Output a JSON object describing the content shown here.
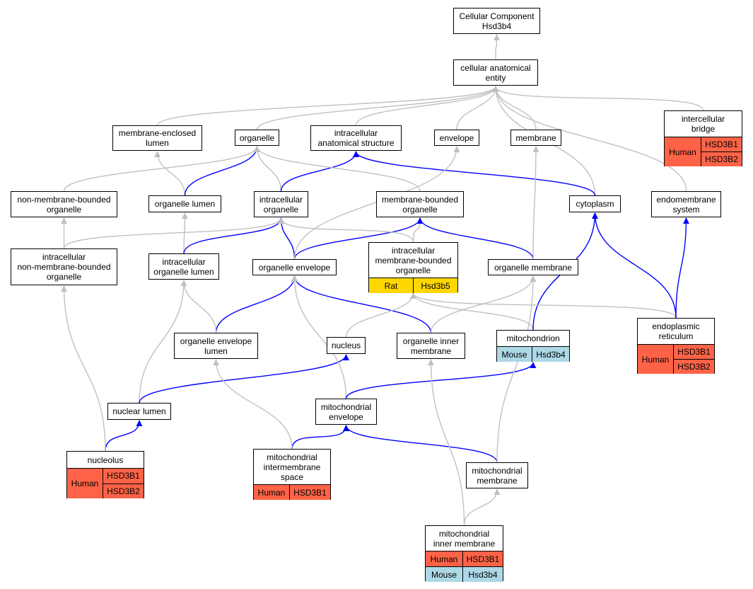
{
  "colors": {
    "edge_default": "#c0c0c0",
    "edge_highlight": "#0000ff",
    "human": "#ff6347",
    "mouse": "#add8e6",
    "rat": "#ffd700"
  },
  "nodes": {
    "root": "Cellular Component\nHsd3b4",
    "cae": "cellular anatomical\nentity",
    "mel": "membrane-enclosed\nlumen",
    "org": "organelle",
    "ias": "intracellular\nanatomical structure",
    "env": "envelope",
    "mem": "membrane",
    "icb": "intercellular\nbridge",
    "nmbo": "non-membrane-bounded\norganelle",
    "orgl": "organelle lumen",
    "io": "intracellular\norganelle",
    "mbo": "membrane-bounded\norganelle",
    "cyto": "cytoplasm",
    "ems": "endomembrane\nsystem",
    "inmbo": "intracellular\nnon-membrane-bounded\norganelle",
    "iol": "intracellular\norganelle lumen",
    "oe": "organelle envelope",
    "imbo": "intracellular\nmembrane-bounded\norganelle",
    "om": "organelle membrane",
    "oel": "organelle envelope\nlumen",
    "nuc": "nucleus",
    "oim": "organelle inner\nmembrane",
    "mito": "mitochondrion",
    "er": "endoplasmic\nreticulum",
    "nl": "nuclear lumen",
    "me": "mitochondrial\nenvelope",
    "nclo": "nucleolus",
    "mis": "mitochondrial\nintermembrane\nspace",
    "mm": "mitochondrial\nmembrane",
    "mim": "mitochondrial\ninner membrane"
  },
  "annotations": {
    "icb": [
      {
        "species": "Human",
        "genes": [
          "HSD3B1",
          "HSD3B2"
        ]
      }
    ],
    "imbo": [
      {
        "species": "Rat",
        "genes": [
          "Hsd3b5"
        ]
      }
    ],
    "mito": [
      {
        "species": "Mouse",
        "genes": [
          "Hsd3b4"
        ]
      }
    ],
    "er": [
      {
        "species": "Human",
        "genes": [
          "HSD3B1",
          "HSD3B2"
        ]
      }
    ],
    "nclo": [
      {
        "species": "Human",
        "genes": [
          "HSD3B1",
          "HSD3B2"
        ]
      }
    ],
    "mis": [
      {
        "species": "Human",
        "genes": [
          "HSD3B1"
        ]
      }
    ],
    "mim": [
      {
        "species": "Human",
        "genes": [
          "HSD3B1"
        ]
      },
      {
        "species": "Mouse",
        "genes": [
          "Hsd3b4"
        ]
      }
    ]
  },
  "edges": [
    {
      "from": "cae",
      "to": "root",
      "highlight": false
    },
    {
      "from": "mel",
      "to": "cae",
      "highlight": false
    },
    {
      "from": "org",
      "to": "cae",
      "highlight": false
    },
    {
      "from": "ias",
      "to": "cae",
      "highlight": false
    },
    {
      "from": "env",
      "to": "cae",
      "highlight": false
    },
    {
      "from": "mem",
      "to": "cae",
      "highlight": false
    },
    {
      "from": "icb",
      "to": "cae",
      "highlight": false
    },
    {
      "from": "cyto",
      "to": "cae",
      "highlight": false
    },
    {
      "from": "ems",
      "to": "cae",
      "highlight": false
    },
    {
      "from": "nmbo",
      "to": "org",
      "highlight": false
    },
    {
      "from": "orgl",
      "to": "mel",
      "highlight": false
    },
    {
      "from": "orgl",
      "to": "org",
      "highlight": true
    },
    {
      "from": "io",
      "to": "org",
      "highlight": false
    },
    {
      "from": "io",
      "to": "ias",
      "highlight": true
    },
    {
      "from": "mbo",
      "to": "org",
      "highlight": false
    },
    {
      "from": "cyto",
      "to": "ias",
      "highlight": true
    },
    {
      "from": "inmbo",
      "to": "nmbo",
      "highlight": false
    },
    {
      "from": "inmbo",
      "to": "io",
      "highlight": false
    },
    {
      "from": "iol",
      "to": "orgl",
      "highlight": false
    },
    {
      "from": "iol",
      "to": "io",
      "highlight": true
    },
    {
      "from": "oe",
      "to": "io",
      "highlight": true
    },
    {
      "from": "oe",
      "to": "mbo",
      "highlight": true
    },
    {
      "from": "oe",
      "to": "env",
      "highlight": false
    },
    {
      "from": "imbo",
      "to": "mbo",
      "highlight": false
    },
    {
      "from": "imbo",
      "to": "io",
      "highlight": false
    },
    {
      "from": "om",
      "to": "mbo",
      "highlight": true
    },
    {
      "from": "om",
      "to": "mem",
      "highlight": false
    },
    {
      "from": "oel",
      "to": "oe",
      "highlight": true
    },
    {
      "from": "oel",
      "to": "iol",
      "highlight": false
    },
    {
      "from": "oim",
      "to": "oe",
      "highlight": true
    },
    {
      "from": "oim",
      "to": "om",
      "highlight": false
    },
    {
      "from": "nuc",
      "to": "imbo",
      "highlight": false
    },
    {
      "from": "mito",
      "to": "imbo",
      "highlight": false
    },
    {
      "from": "mito",
      "to": "cyto",
      "highlight": true
    },
    {
      "from": "er",
      "to": "imbo",
      "highlight": false
    },
    {
      "from": "er",
      "to": "cyto",
      "highlight": true
    },
    {
      "from": "er",
      "to": "ems",
      "highlight": true
    },
    {
      "from": "nl",
      "to": "iol",
      "highlight": false
    },
    {
      "from": "nl",
      "to": "nuc",
      "highlight": true
    },
    {
      "from": "me",
      "to": "oe",
      "highlight": false
    },
    {
      "from": "me",
      "to": "mito",
      "highlight": true
    },
    {
      "from": "nclo",
      "to": "nl",
      "highlight": true
    },
    {
      "from": "nclo",
      "to": "inmbo",
      "highlight": false
    },
    {
      "from": "mis",
      "to": "me",
      "highlight": true
    },
    {
      "from": "mis",
      "to": "oel",
      "highlight": false
    },
    {
      "from": "mm",
      "to": "me",
      "highlight": true
    },
    {
      "from": "mm",
      "to": "om",
      "highlight": false
    },
    {
      "from": "mim",
      "to": "mm",
      "highlight": false
    },
    {
      "from": "mim",
      "to": "oim",
      "highlight": false
    }
  ]
}
